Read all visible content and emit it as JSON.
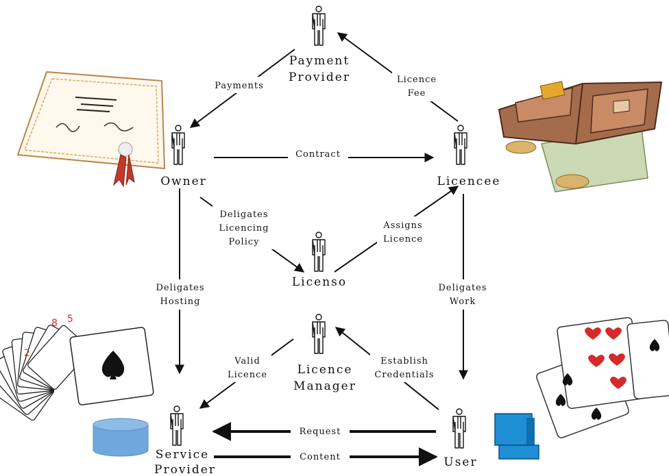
{
  "actors": {
    "payment_provider": [
      "Payment",
      "Provider"
    ],
    "owner": [
      "Owner"
    ],
    "licencee": [
      "Licencee"
    ],
    "licenso": [
      "Licenso"
    ],
    "licence_manager": [
      "Licence",
      "Manager"
    ],
    "service_provider": [
      "Service",
      "Provider"
    ],
    "user": [
      "User"
    ]
  },
  "edges": {
    "payments": [
      "Payments"
    ],
    "licence_fee": [
      "Licence",
      "Fee"
    ],
    "contract": [
      "Contract"
    ],
    "delegates_licencing_policy": [
      "Deligates",
      "Licencing",
      "Policy"
    ],
    "assigns_licence": [
      "Assigns",
      "Licence"
    ],
    "delegates_hosting": [
      "Deligates",
      "Hosting"
    ],
    "delegates_work": [
      "Deligates",
      "Work"
    ],
    "valid_licence": [
      "Valid",
      "Licence"
    ],
    "establish_credentials": [
      "Establish",
      "Credentials"
    ],
    "request": [
      "Request"
    ],
    "content": [
      "Content"
    ]
  },
  "clipart": {
    "certificate": "certificate-clipart",
    "wallet": "wallet-clipart",
    "cards_fan": "playing-cards-fan-clipart",
    "cards_stack": "playing-cards-stack-clipart",
    "database": "database-cylinder",
    "computer": "computer-terminal-icon"
  },
  "colors": {
    "ink": "#111111",
    "database_blue": "#6fa8dc",
    "computer_blue": "#1f8fd6",
    "seal_red": "#c0392b",
    "wallet_brown": "#8b5a3c",
    "card_red": "#d42a2a"
  }
}
